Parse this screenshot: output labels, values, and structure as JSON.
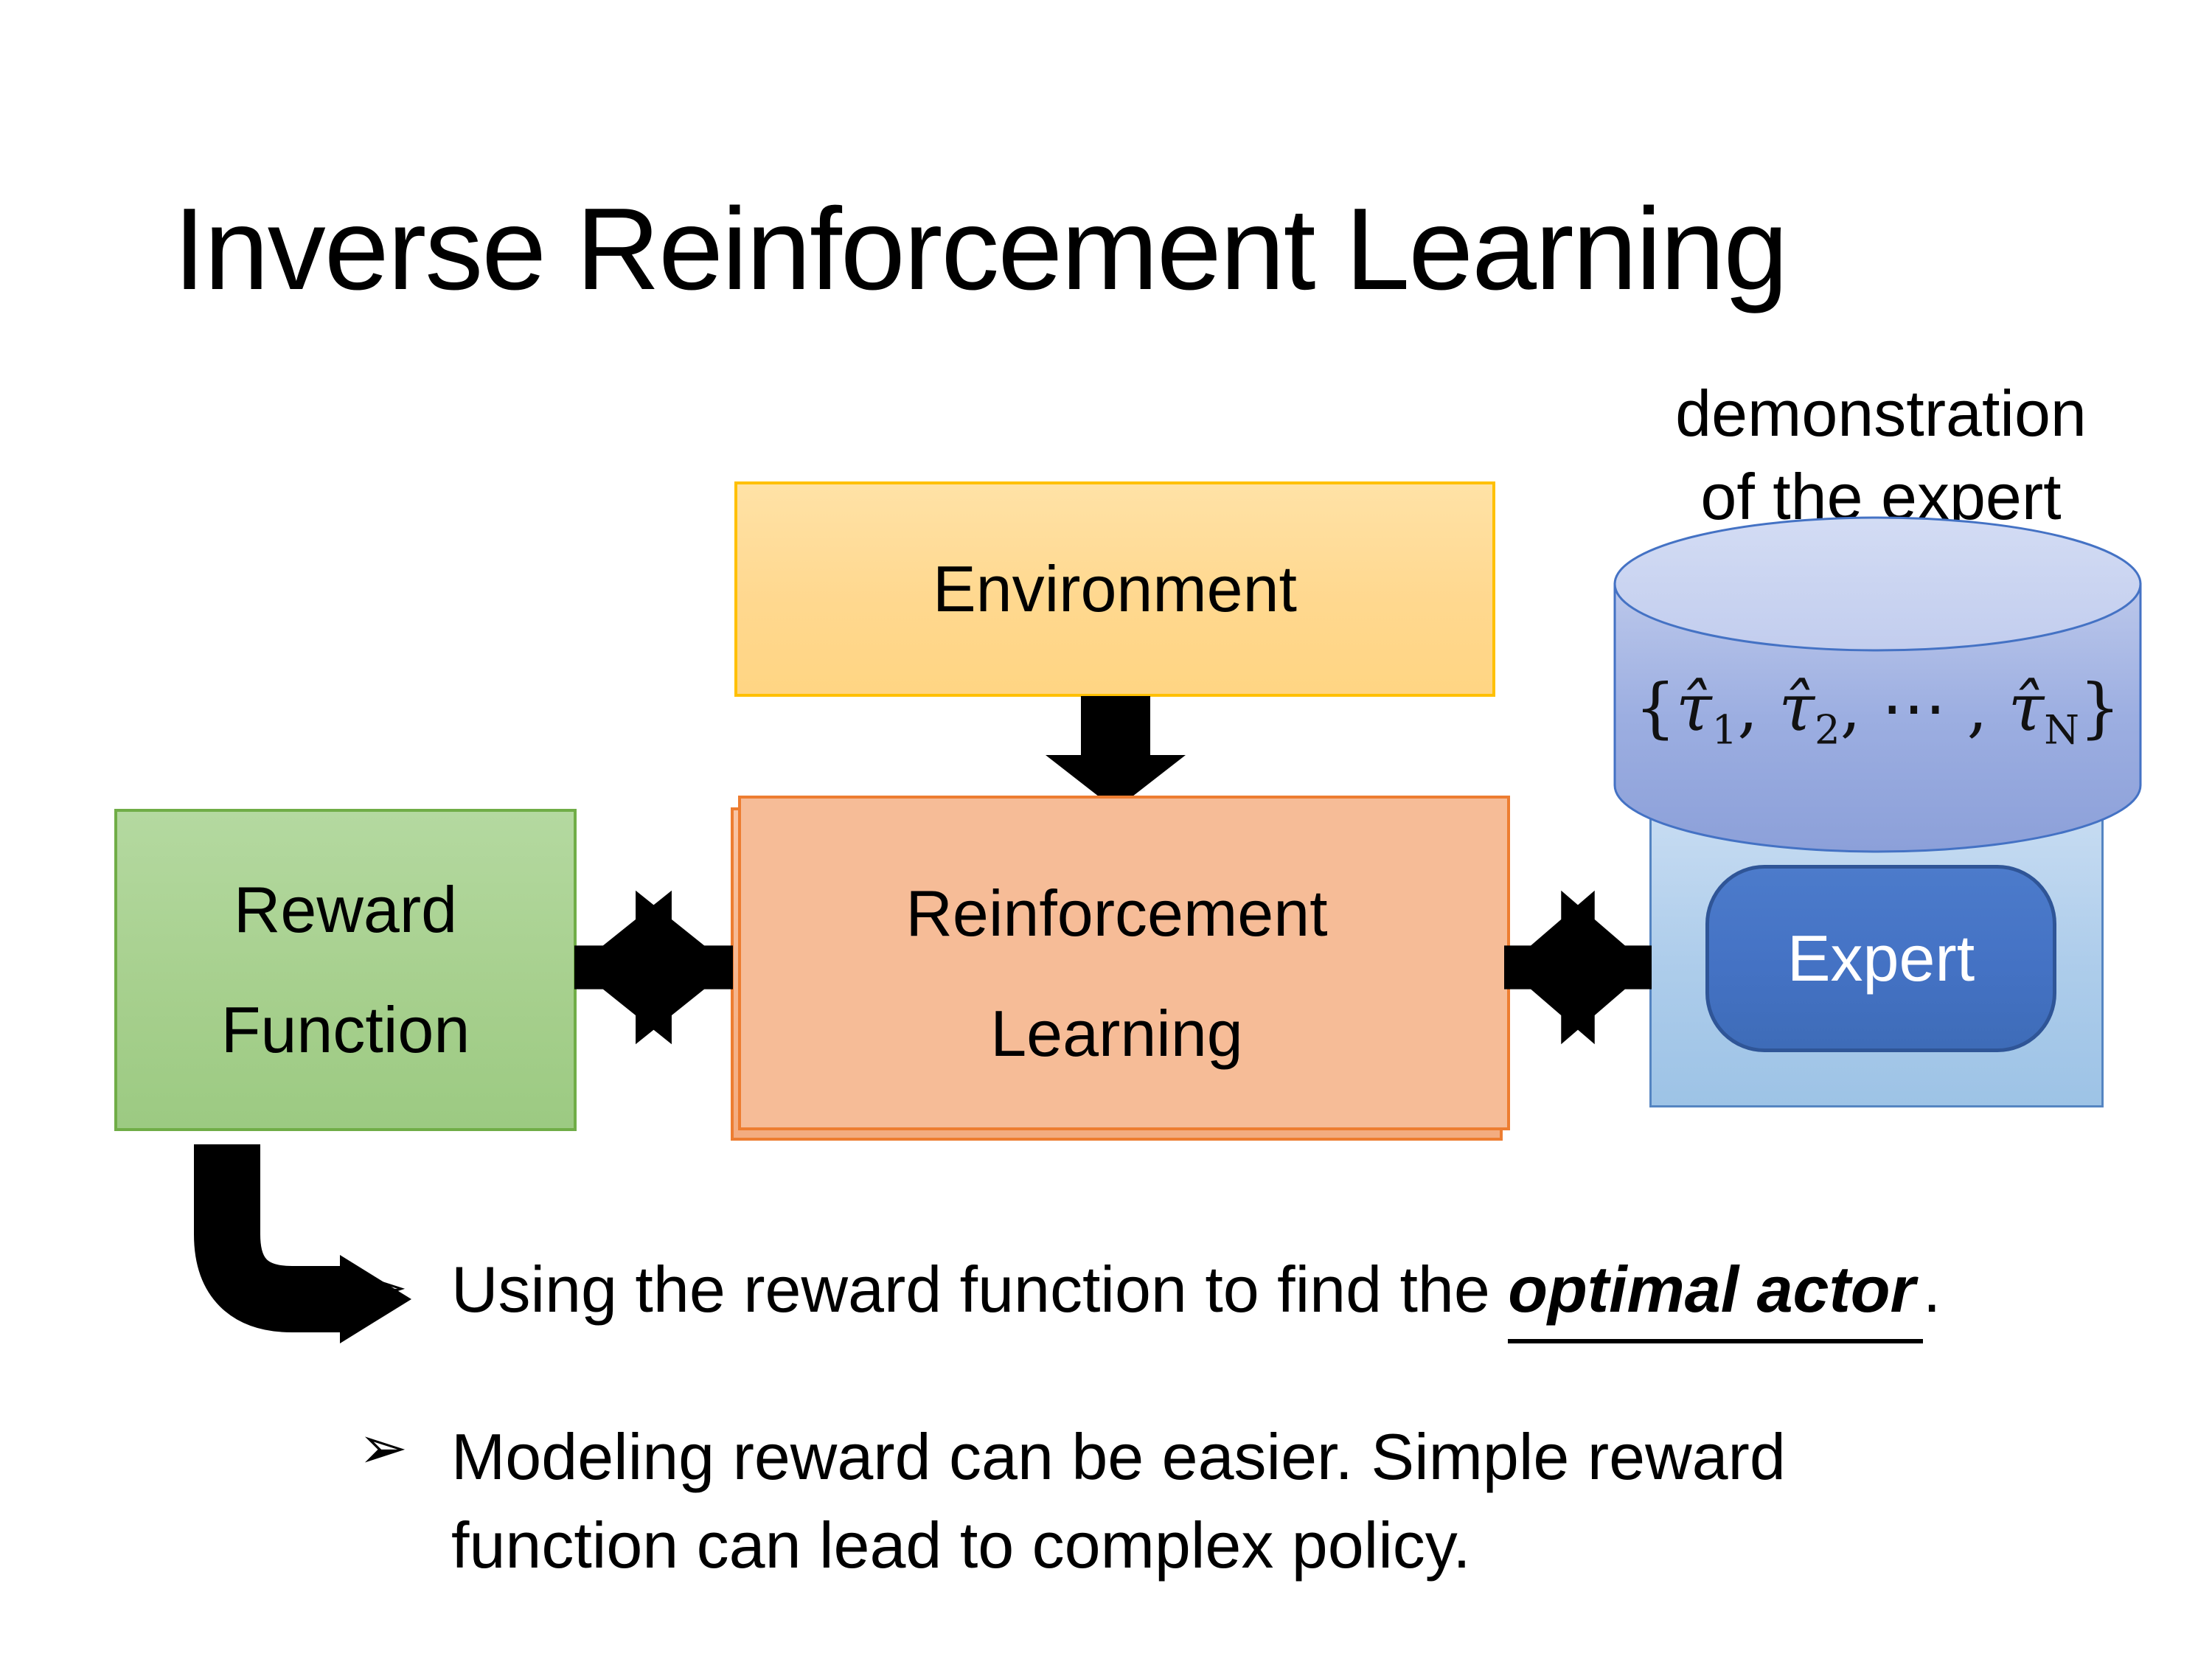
{
  "slide": {
    "title": "Inverse Reinforcement Learning",
    "demo_label": {
      "line1": "demonstration",
      "line2": "of the expert"
    },
    "environment_box": {
      "label": "Environment"
    },
    "reward_box": {
      "line1": "Reward",
      "line2": "Function"
    },
    "rl_box": {
      "line1": "Reinforcement",
      "line2": "Learning"
    },
    "expert_group": {
      "button_label": "Expert"
    },
    "trajectory_set": {
      "open": "{",
      "tau1": "τ̂",
      "sub1": "1",
      "sep1": ", ",
      "tau2": "τ̂",
      "sub2": "2",
      "sep2": ", ⋯ , ",
      "tau3": "τ̂",
      "sub3": "N",
      "close": "}"
    },
    "bullets": {
      "marker": "➢",
      "item1": {
        "pre": "Using the reward function to find the ",
        "emphasis": "optimal actor",
        "post": "."
      },
      "item2": {
        "line1": "Modeling reward can be easier. Simple reward",
        "line2": "function can lead to complex policy."
      }
    },
    "colors": {
      "environment_fill": "#FFD98F",
      "environment_border": "#FFC000",
      "rl_fill": "#F5B58D",
      "rl_border": "#ED7D31",
      "reward_fill": "#A7D08E",
      "reward_border": "#70AD47",
      "expert_container_fill": "#AECDEB",
      "expert_container_border": "#5585C2",
      "expert_button_fill": "#4472C4",
      "expert_button_border": "#2F5597",
      "cylinder_fill": "#98ABDF",
      "cylinder_top_fill": "#CBD5F0",
      "cylinder_border": "#4472C4",
      "arrow_color": "#000000",
      "text_color": "#000000"
    }
  }
}
